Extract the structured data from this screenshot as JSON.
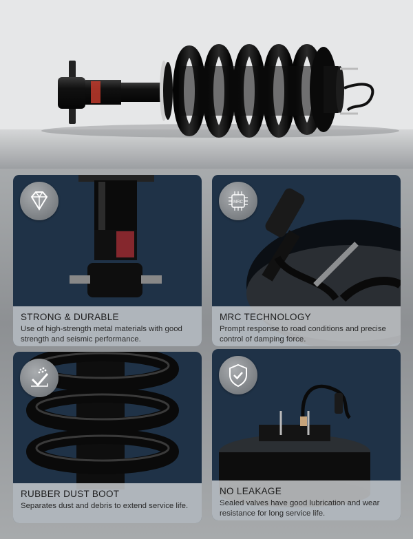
{
  "features": [
    {
      "title": "STRONG & DURABLE",
      "desc_line1": "Use of high-strength metal materials with good",
      "desc_line2": "strength and seismic performance.",
      "icon": "diamond-icon"
    },
    {
      "title": "MRC TECHNOLOGY",
      "desc_line1": "Prompt response to road conditions and precise",
      "desc_line2": "control of damping force.",
      "icon": "chip-icon",
      "icon_text": "MRC"
    },
    {
      "title": "RUBBER DUST BOOT",
      "desc_line1": "Separates dust and debris to extend service life.",
      "desc_line2": "",
      "icon": "spray-check-icon"
    },
    {
      "title": "NO LEAKAGE",
      "desc_line1": "Sealed valves have good lubrication and wear",
      "desc_line2": "resistance for long service life.",
      "icon": "shield-check-icon"
    }
  ],
  "colors": {
    "panel": "#1f3247",
    "caption": "#d0d2d4",
    "badge": "#8a8e92"
  }
}
